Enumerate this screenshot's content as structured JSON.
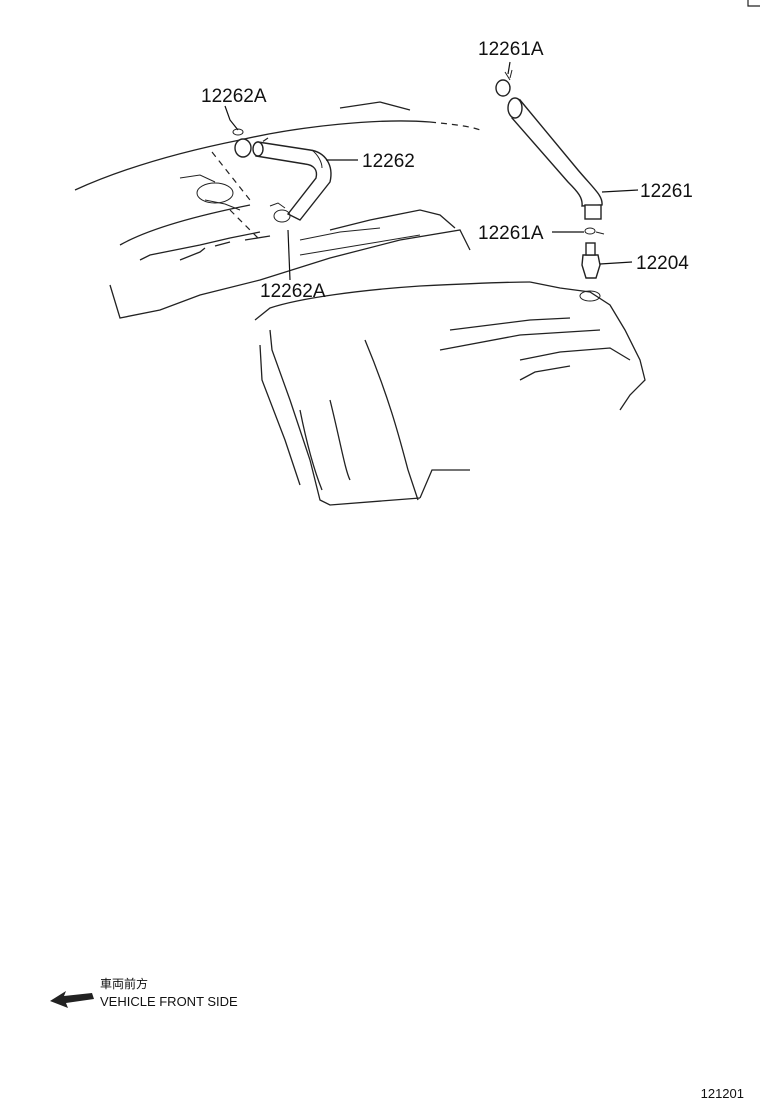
{
  "part_labels": {
    "clip_12262a_top": "12262A",
    "hose_12262": "12262",
    "clip_12262a_bottom": "12262A",
    "clip_12261a_top": "12261A",
    "hose_12261": "12261",
    "clip_12261a_mid": "12261A",
    "valve_12204": "12204"
  },
  "legend": {
    "japanese": "車両前方",
    "english": "VEHICLE FRONT SIDE"
  },
  "illustration_number": "121201"
}
